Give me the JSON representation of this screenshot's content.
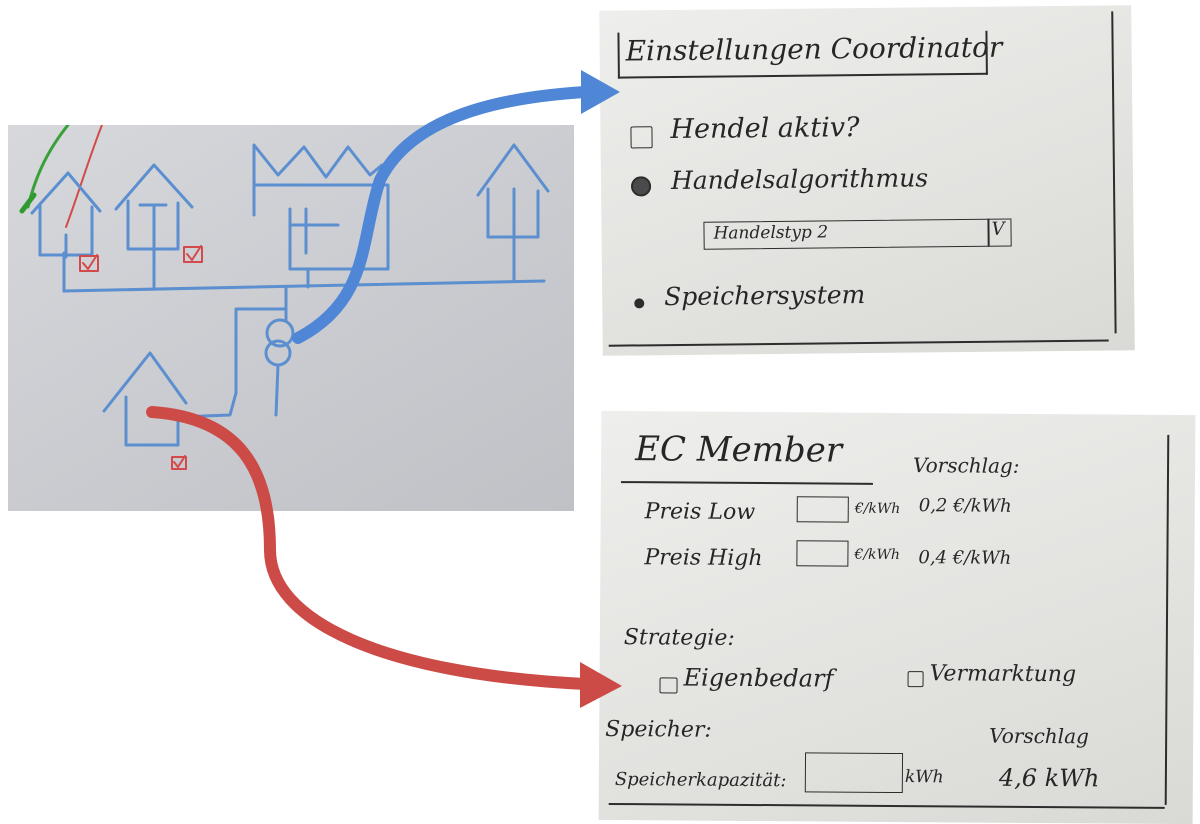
{
  "coordinator": {
    "title": "Einstellungen Coordinator",
    "trade_active": "Hendel aktiv?",
    "trade_algorithm": "Handelsalgorithmus",
    "trade_type_value": "Handelstyp 2",
    "storage_system": "Speichersystem"
  },
  "member": {
    "title": "EC Member",
    "suggestion_header": "Vorschlag:",
    "price_low_label": "Preis Low",
    "price_high_label": "Preis High",
    "unit_eur_kwh": "€/kWh",
    "price_low_suggestion": "0,2 €/kWh",
    "price_high_suggestion": "0,4 €/kWh",
    "strategy_label": "Strategie:",
    "strategy_option_own_use": "Eigenbedarf",
    "strategy_option_marketing": "Vermarktung",
    "storage_label": "Speicher:",
    "capacity_label": "Speicherkapazität:",
    "unit_kwh": "kWh",
    "capacity_suggestion_header": "Vorschlag",
    "capacity_suggestion": "4,6 kWh"
  },
  "colors": {
    "blue_sketch": "#5b8fd0",
    "red_check": "#d44a4a",
    "green_stroke": "#3aa13a",
    "arrow_blue": "#4f86d6",
    "arrow_red": "#cc4b47"
  }
}
